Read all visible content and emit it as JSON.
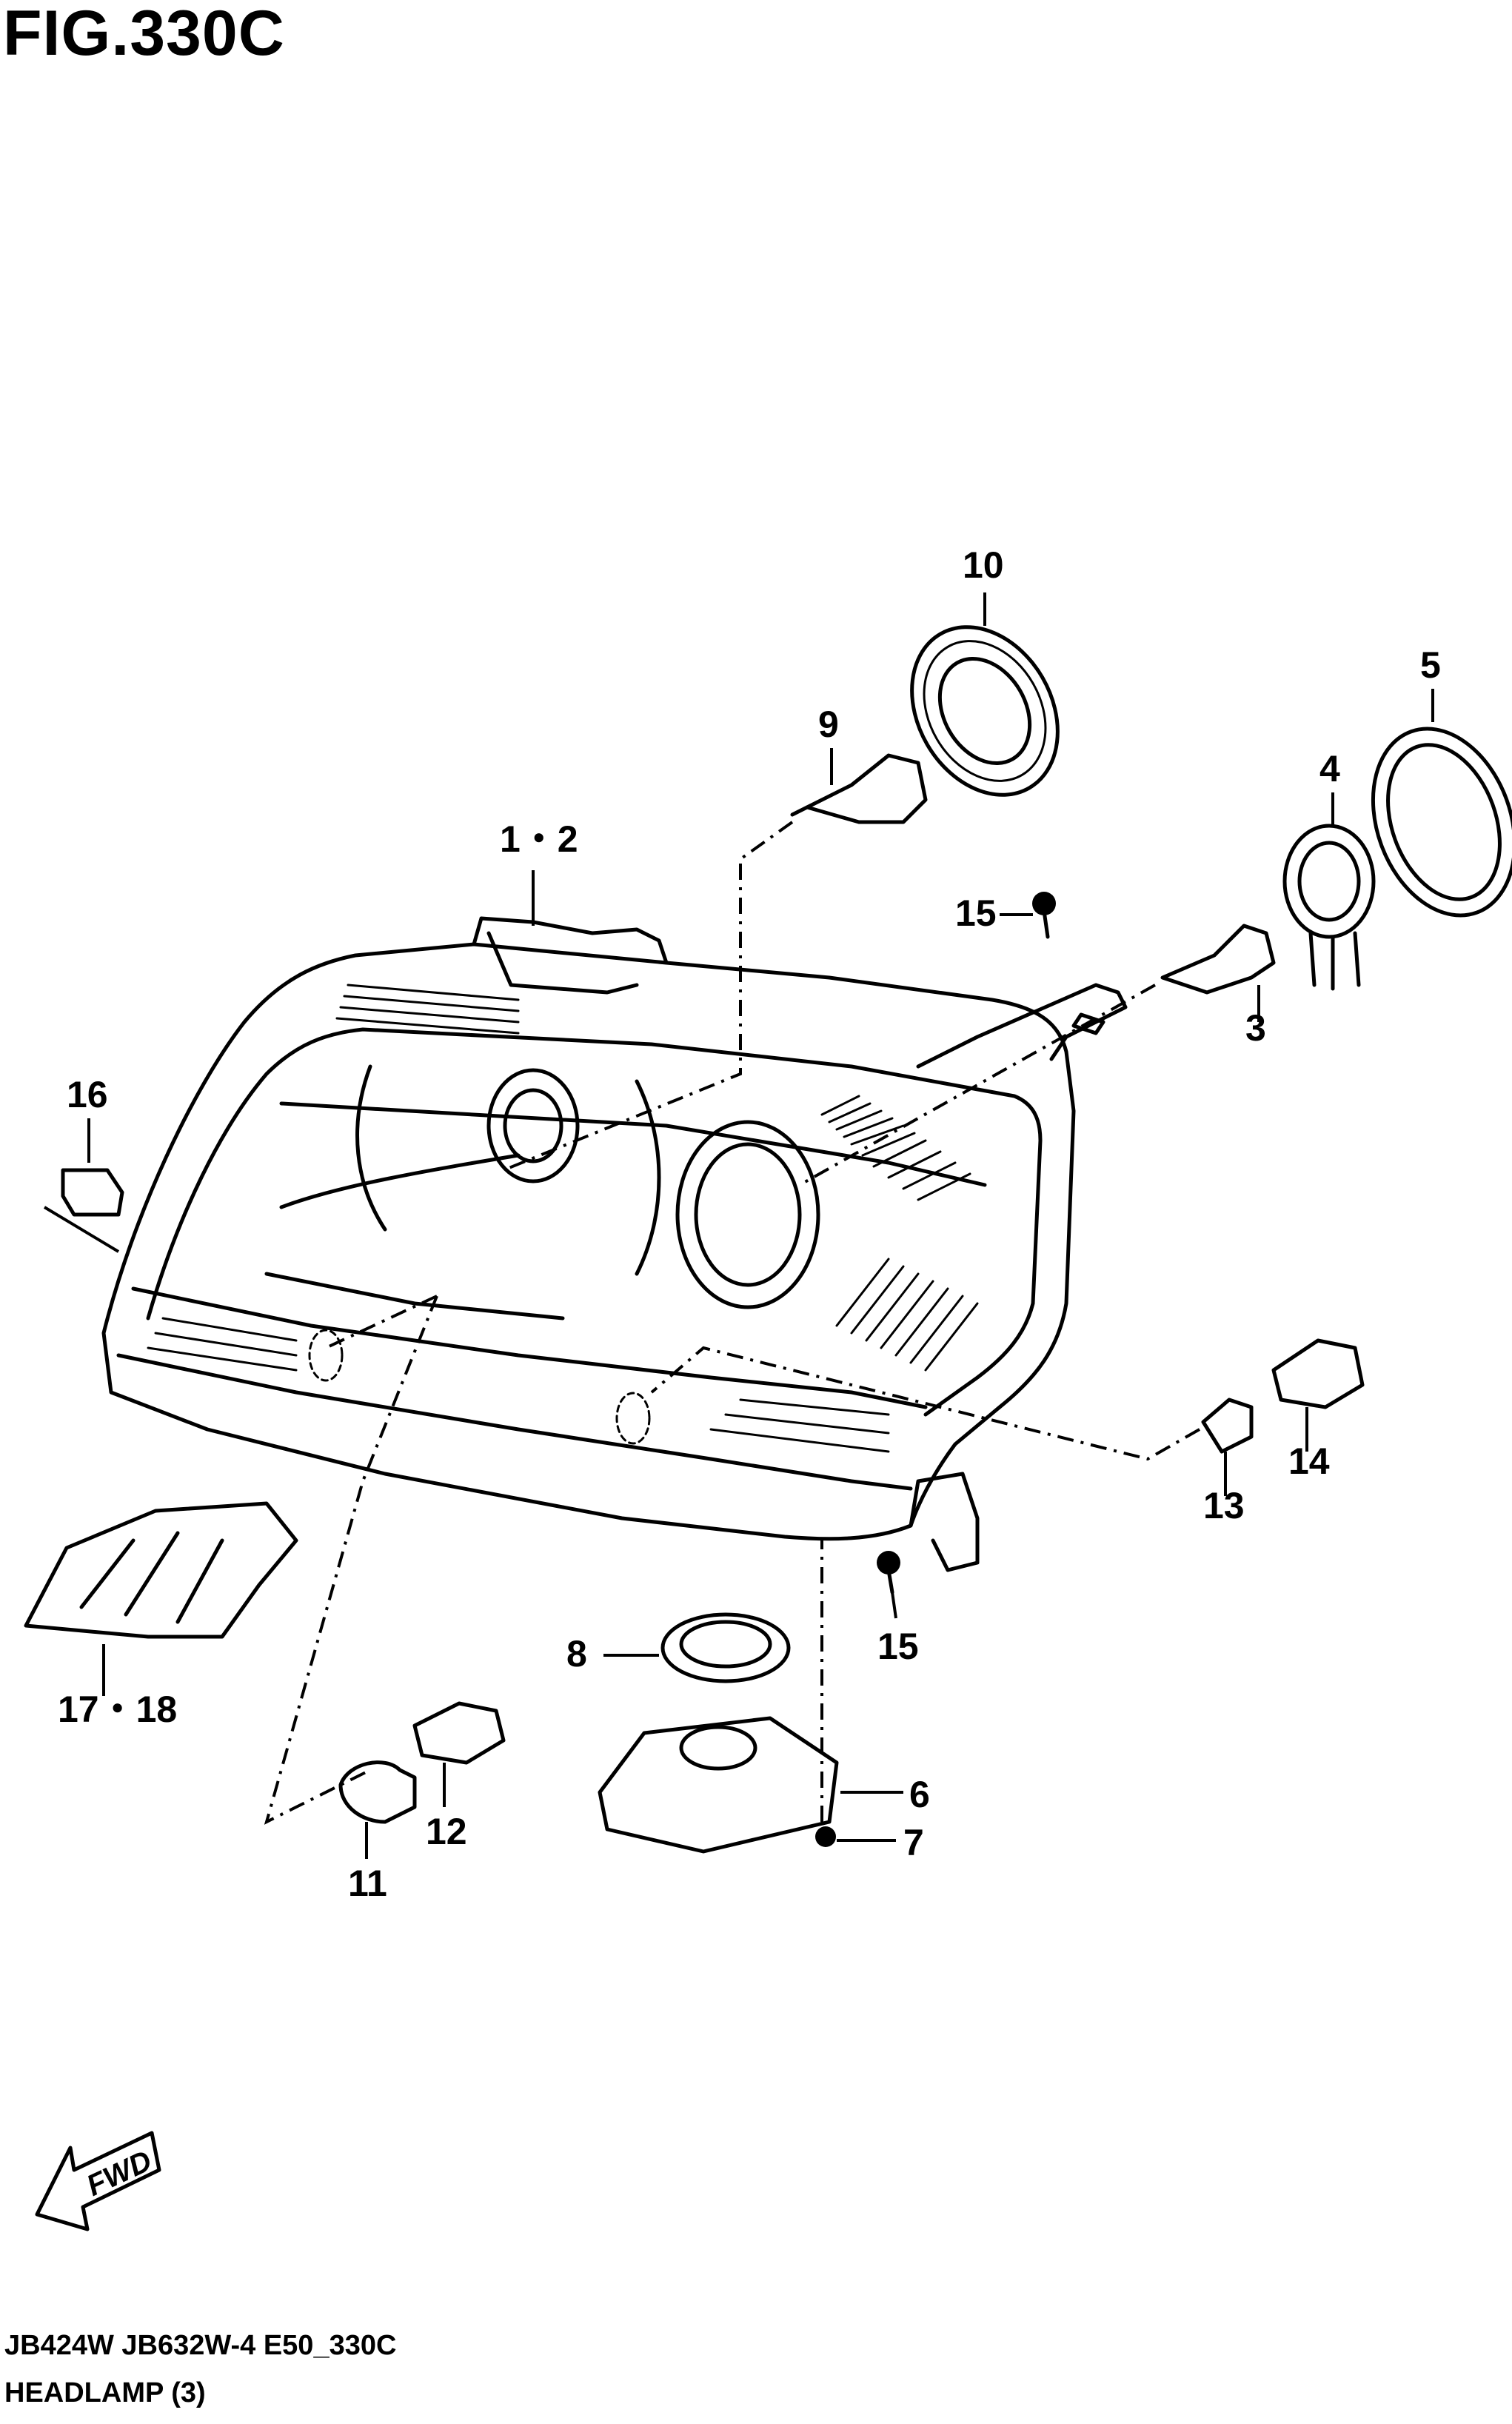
{
  "figure": {
    "title": "FIG.330C",
    "model_code": "JB424W JB632W-4 E50_330C",
    "name": "HEADLAMP (3)"
  },
  "direction_arrow": "FWD",
  "callouts": {
    "c1_2": "1・2",
    "c3": "3",
    "c4": "4",
    "c5": "5",
    "c6": "6",
    "c7": "7",
    "c8": "8",
    "c9": "9",
    "c10": "10",
    "c11": "11",
    "c12": "12",
    "c13": "13",
    "c14": "14",
    "c15a": "15",
    "c15b": "15",
    "c16": "16",
    "c17_18": "17・18"
  }
}
